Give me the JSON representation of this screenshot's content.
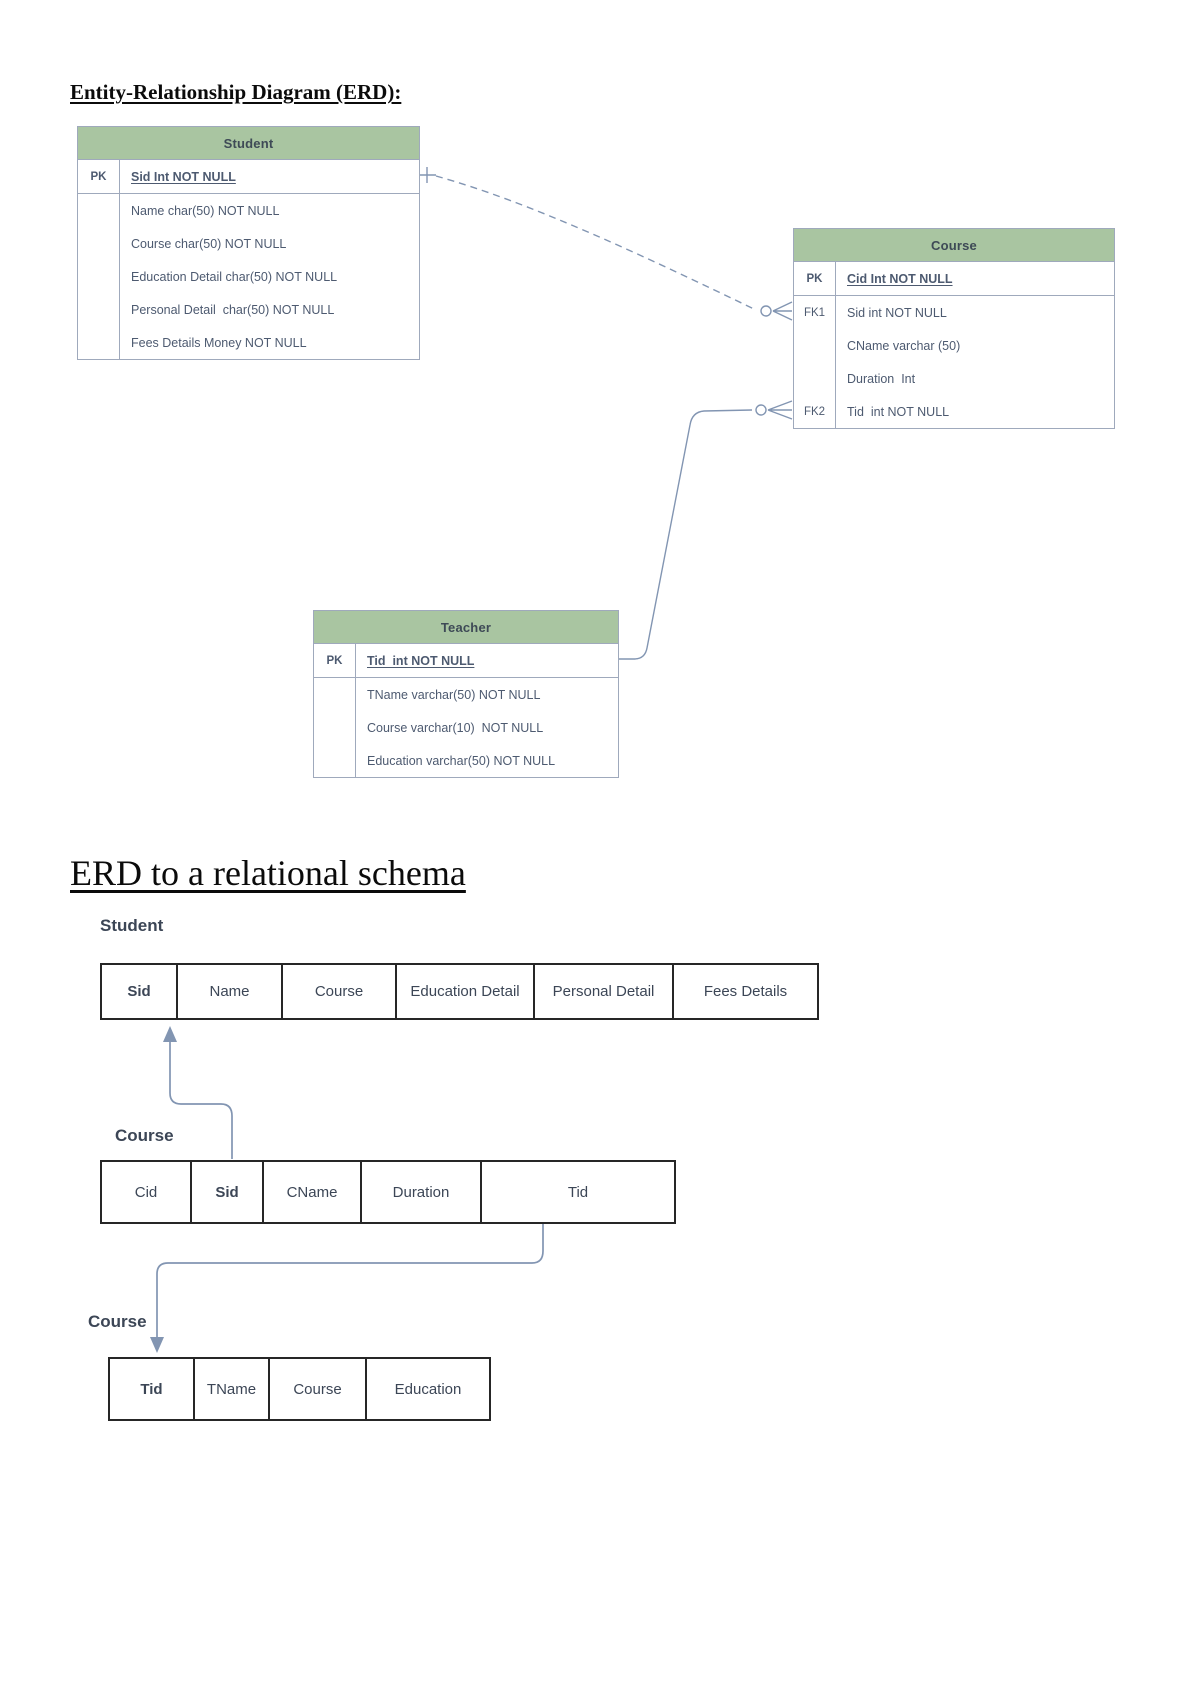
{
  "titles": {
    "erd": "Entity-Relationship Diagram (ERD):",
    "schema": "ERD to a relational schema"
  },
  "erd": {
    "entities": [
      {
        "name": "Student",
        "rows": [
          {
            "key": "PK",
            "text": "Sid Int NOT NULL",
            "pk": true
          },
          {
            "key": "",
            "text": "Name char(50) NOT NULL"
          },
          {
            "key": "",
            "text": "Course char(50) NOT NULL"
          },
          {
            "key": "",
            "text": "Education Detail char(50) NOT NULL"
          },
          {
            "key": "",
            "text": "Personal Detail  char(50) NOT NULL"
          },
          {
            "key": "",
            "text": "Fees Details Money NOT NULL"
          }
        ]
      },
      {
        "name": "Course",
        "rows": [
          {
            "key": "PK",
            "text": "Cid Int NOT NULL",
            "pk": true
          },
          {
            "key": "FK1",
            "text": "Sid int NOT NULL"
          },
          {
            "key": "",
            "text": "CName varchar (50)"
          },
          {
            "key": "",
            "text": "Duration  Int"
          },
          {
            "key": "FK2",
            "text": "Tid  int NOT NULL"
          }
        ]
      },
      {
        "name": "Teacher",
        "rows": [
          {
            "key": "PK",
            "text": "Tid  int NOT NULL",
            "pk": true
          },
          {
            "key": "",
            "text": "TName varchar(50) NOT NULL"
          },
          {
            "key": "",
            "text": "Course varchar(10)  NOT NULL"
          },
          {
            "key": "",
            "text": "Education varchar(50) NOT NULL"
          }
        ]
      }
    ],
    "relationships": [
      {
        "from": "Student",
        "to": "Course",
        "cardinality": "one-to-many",
        "line_style": "dashed"
      },
      {
        "from": "Teacher",
        "to": "Course",
        "cardinality": "one-to-many",
        "line_style": "solid"
      }
    ]
  },
  "schema": {
    "tables": [
      {
        "label": "Student",
        "columns": [
          "Sid",
          "Name",
          "Course",
          "Education Detail",
          "Personal Detail",
          "Fees Details"
        ]
      },
      {
        "label": "Course",
        "columns": [
          "Cid",
          "Sid",
          "CName",
          "Duration",
          "Tid"
        ]
      },
      {
        "label": "Course",
        "columns": [
          "Tid",
          "TName",
          "Course",
          "Education"
        ]
      }
    ],
    "arrows": [
      {
        "from_table": "Course",
        "from_column": "Sid",
        "to_table": "Student",
        "to_column": "Sid"
      },
      {
        "from_table": "Course",
        "from_column": "Tid",
        "to_table": "Course",
        "to_column": "Tid"
      }
    ]
  },
  "colors": {
    "entity_header_bg": "#a9c5a1",
    "entity_header_text": "#3e4a56",
    "entity_border": "#9fa9bc",
    "entity_text": "#4d5a70",
    "connector": "#8295b2",
    "schema_border": "#262626",
    "schema_text": "#3c4656"
  }
}
